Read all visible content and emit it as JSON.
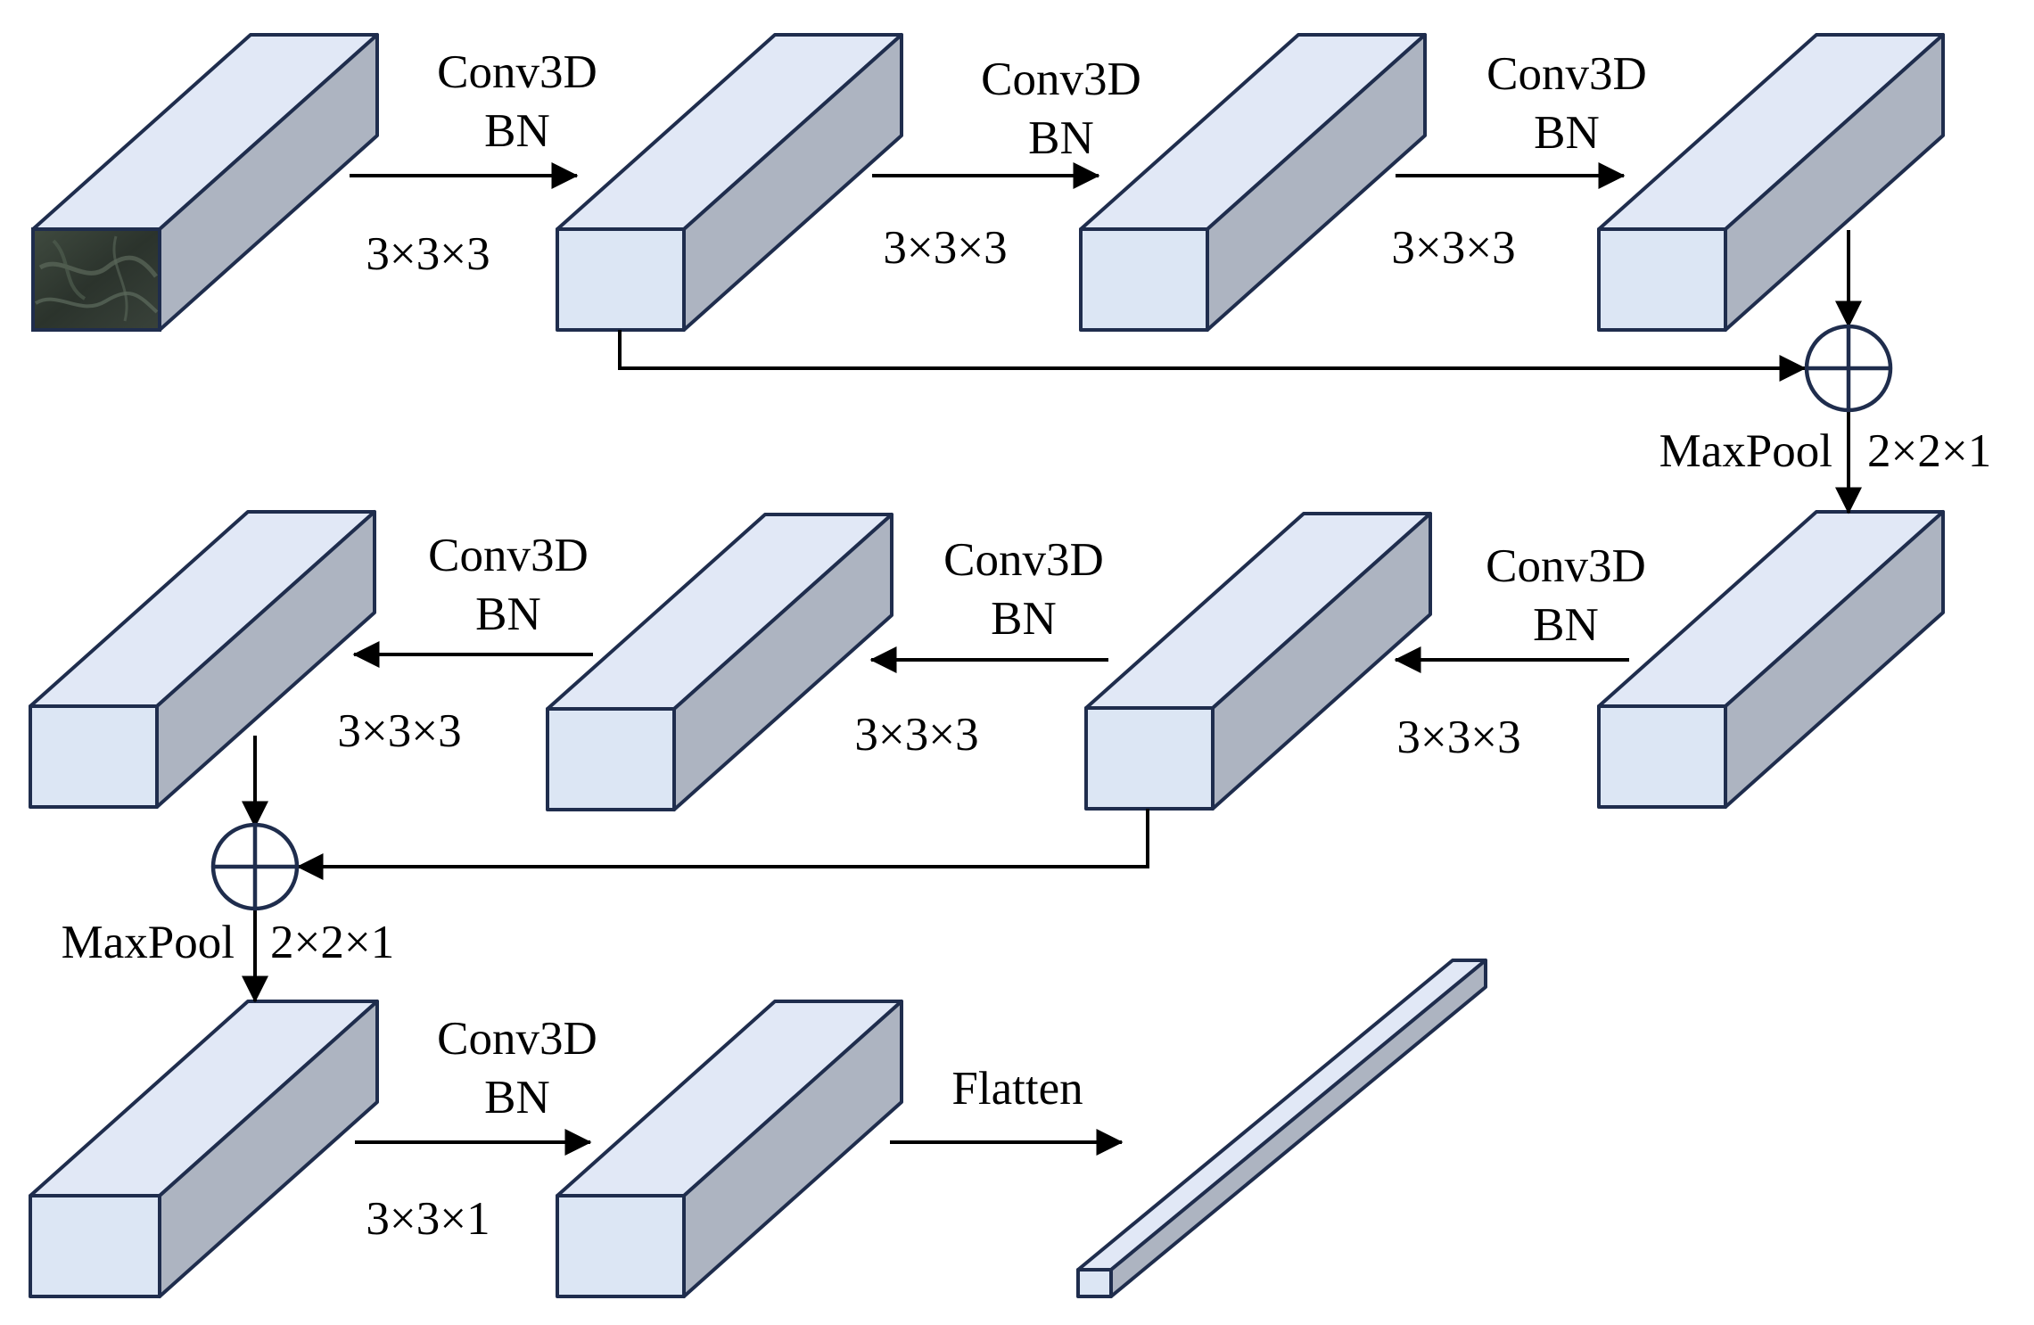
{
  "colors": {
    "front_face": "#dce6f4",
    "top_face": "#e1e8f6",
    "side_face": "#adb4c1",
    "outline": "#1f2d4d",
    "arrow": "#000000"
  },
  "blocks": [
    {
      "id": "input"
    },
    {
      "id": "r1b2"
    },
    {
      "id": "r1b3"
    },
    {
      "id": "r1b4"
    },
    {
      "id": "r2b1"
    },
    {
      "id": "r2b2"
    },
    {
      "id": "r2b3"
    },
    {
      "id": "r2b4"
    },
    {
      "id": "r3b1"
    },
    {
      "id": "r3b2"
    },
    {
      "id": "flatten_out"
    }
  ],
  "labels": {
    "conv_a": {
      "line1": "Conv3D",
      "line2": "BN",
      "kernel": "3×3×3"
    },
    "conv_b": {
      "line1": "Conv3D",
      "line2": "BN",
      "kernel": "3×3×3"
    },
    "conv_c": {
      "line1": "Conv3D",
      "line2": "BN",
      "kernel": "3×3×3"
    },
    "conv_d": {
      "line1": "Conv3D",
      "line2": "BN",
      "kernel": "3×3×3"
    },
    "conv_e": {
      "line1": "Conv3D",
      "line2": "BN",
      "kernel": "3×3×3"
    },
    "conv_f": {
      "line1": "Conv3D",
      "line2": "BN",
      "kernel": "3×3×3"
    },
    "conv_g": {
      "line1": "Conv3D",
      "line2": "BN",
      "kernel": "3×3×1"
    },
    "pool_1": {
      "name": "MaxPool",
      "size": "2×2×1"
    },
    "pool_2": {
      "name": "MaxPool",
      "size": "2×2×1"
    },
    "flatten": "Flatten"
  },
  "icons": {
    "sum": "circled-plus-icon",
    "input_image": "satellite-image-patch"
  }
}
